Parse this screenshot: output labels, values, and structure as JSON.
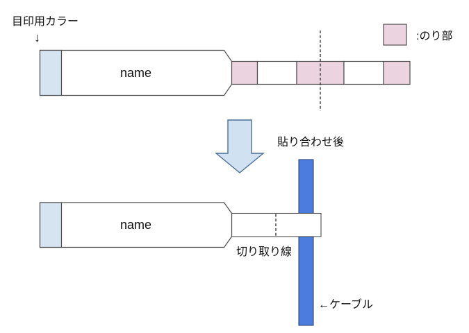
{
  "colors": {
    "background": "#FFFFFF",
    "glue_pink": "#EBD3DF",
    "marker_blue": "#D6E4F1",
    "arrow_fill": "#D0E1F2",
    "cable_blue": "#4B7CDE",
    "outline_gray": "#4D4D4D"
  },
  "annotations": {
    "marker_color": "目印用カラー",
    "marker_pointer": "↓",
    "glue_legend": ":のり部",
    "after_paste": "貼り合わせ後",
    "cut_line": "切り取り線",
    "cable": "←ケーブル"
  },
  "labels": {
    "top_name": "name",
    "bottom_name": "name"
  }
}
